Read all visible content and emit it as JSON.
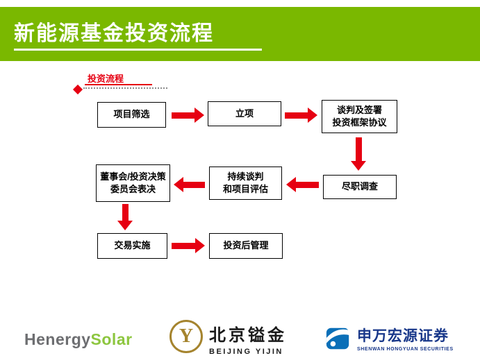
{
  "header": {
    "title": "新能源基金投资流程"
  },
  "section": {
    "label": "投资流程"
  },
  "flowchart": {
    "boxes": [
      {
        "label": "项目筛选"
      },
      {
        "label": "立项"
      },
      {
        "label": "谈判及签署\n投资框架协议"
      },
      {
        "label": "尽职调查"
      },
      {
        "label": "持续谈判\n和项目评估"
      },
      {
        "label": "董事会/投资决策\n委员会表决"
      },
      {
        "label": "交易实施"
      },
      {
        "label": "投资后管理"
      }
    ]
  },
  "footer": {
    "henergy": {
      "gray": "Henergy",
      "green": "Solar"
    },
    "yijin": {
      "symbol": "Y",
      "cn": "北京镒金",
      "en": "BEIJING YIJIN"
    },
    "shenwan": {
      "cn": "申万宏源证券",
      "en": "SHENWAN HONGYUAN SECURITIES"
    }
  },
  "colors": {
    "header_green": "#7ab800",
    "arrow_red": "#e60012",
    "yijin_gold": "#a5842e",
    "shenwan_blue": "#19388a",
    "henergy_gray": "#6d6e71",
    "henergy_green": "#8dc63f"
  }
}
